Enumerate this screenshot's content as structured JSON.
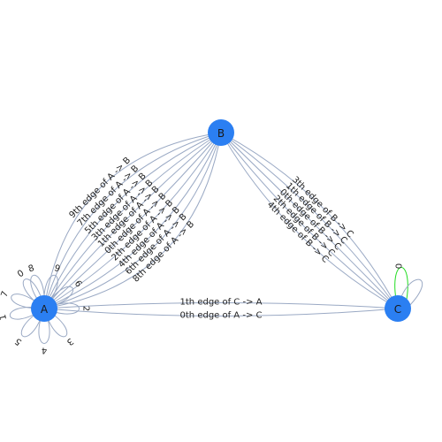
{
  "colors": {
    "node": "#2b7ff2",
    "edge": "#9aa9c4",
    "highlight_edge": "#22dd22"
  },
  "nodes": [
    {
      "id": "A",
      "label": "A"
    },
    {
      "id": "B",
      "label": "B"
    },
    {
      "id": "C",
      "label": "C"
    }
  ],
  "edges_ab": [
    {
      "label": "9th edge of A -> B"
    },
    {
      "label": "7th edge of A -> B"
    },
    {
      "label": "5th edge of A -> B"
    },
    {
      "label": "3th edge of A -> B"
    },
    {
      "label": "1th edge of A -> B"
    },
    {
      "label": "0th edge of A -> B"
    },
    {
      "label": "2th edge of A -> B"
    },
    {
      "label": "4th edge of A -> B"
    },
    {
      "label": "6th edge of A -> B"
    },
    {
      "label": "8th edge of A -> B"
    }
  ],
  "edges_bc": [
    {
      "label": "3th edge of B -> C"
    },
    {
      "label": "1th edge of B -> C"
    },
    {
      "label": "0th edge of B -> C"
    },
    {
      "label": "2th edge of B -> C"
    },
    {
      "label": "4th edge of B -> C"
    }
  ],
  "edges_ac": [
    {
      "label": "1th edge of C -> A"
    },
    {
      "label": "0th edge of A -> C"
    }
  ],
  "loops_a": [
    "0",
    "1",
    "2",
    "3",
    "4",
    "5",
    "6",
    "7",
    "8",
    "9"
  ],
  "loops_c": [
    "0"
  ]
}
